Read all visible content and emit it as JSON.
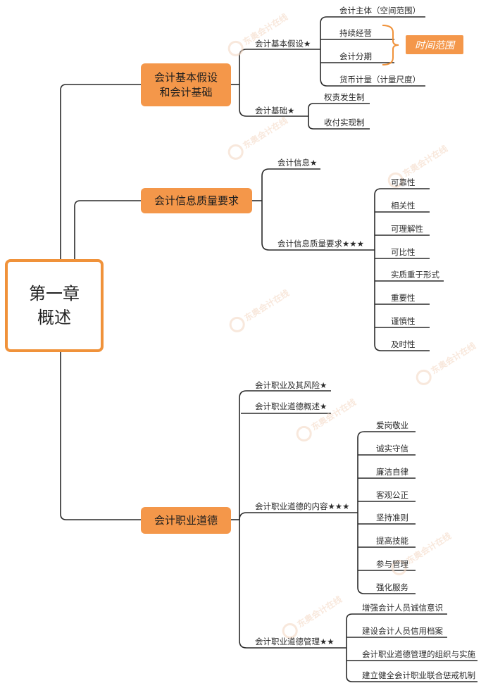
{
  "root": {
    "line1": "第一章",
    "line2": "概述"
  },
  "branch1": {
    "title_line1": "会计基本假设",
    "title_line2": "和会计基础",
    "assumptions_label": "会计基本假设★",
    "assumptions": [
      "会计主体（空间范围）",
      "持续经营",
      "会计分期",
      "货币计量（计量尺度）"
    ],
    "time_callout": "时间范围",
    "basis_label": "会计基础★",
    "basis": [
      "权责发生制",
      "收付实现制"
    ]
  },
  "branch2": {
    "title": "会计信息质量要求",
    "info_label": "会计信息★",
    "quality_label": "会计信息质量要求★★★",
    "qualities": [
      "可靠性",
      "相关性",
      "可理解性",
      "可比性",
      "实质重于形式",
      "重要性",
      "谨慎性",
      "及时性"
    ]
  },
  "branch3": {
    "title": "会计职业道德",
    "risk_label": "会计职业及其风险★",
    "overview_label": "会计职业道德概述★",
    "content_label": "会计职业道德的内容★★★",
    "contents": [
      "爱岗敬业",
      "诚实守信",
      "廉洁自律",
      "客观公正",
      "坚持准则",
      "提高技能",
      "参与管理",
      "强化服务"
    ],
    "mgmt_label": "会计职业道德管理★★",
    "mgmt": [
      "增强会计人员诚信意识",
      "建设会计人员信用档案",
      "会计职业道德管理的组织与实施",
      "建立健全会计职业联合惩戒机制"
    ]
  },
  "watermark": "东奥会计在线"
}
